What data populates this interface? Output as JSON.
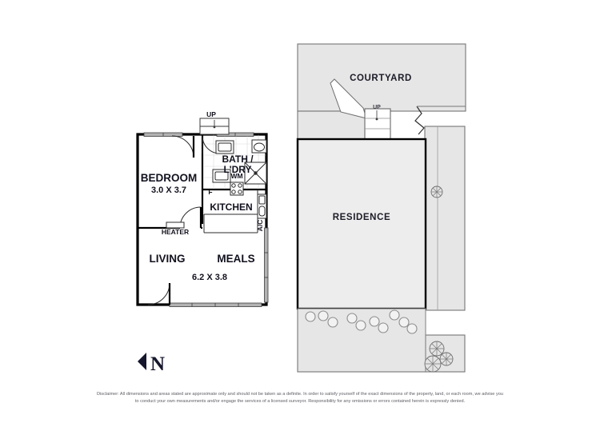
{
  "document": {
    "type": "floor-plan",
    "title": "Residence Floor Plan"
  },
  "interior_plan": {
    "rooms": [
      {
        "name": "BEDROOM",
        "dimensions": "3.0 X 3.7"
      },
      {
        "name": "BATH /",
        "name_line2": "L'DRY"
      },
      {
        "name": "KITCHEN"
      },
      {
        "name": "LIVING"
      },
      {
        "name": "MEALS",
        "dimensions": "6.2 X 3.8"
      }
    ],
    "bedroom_label": "BEDROOM",
    "bedroom_dim": "3.0 X 3.7",
    "bath_label_line1": "BATH /",
    "bath_label_line2": "L'DRY",
    "kitchen_label": "KITCHEN",
    "living_label": "LIVING",
    "meals_label": "MEALS",
    "living_dim": "6.2 X 3.8",
    "heater_label": "HEATER",
    "washing_machine_label": "WM",
    "fridge_label": "F",
    "aircon_label": "A/C",
    "stairs_up_label": "UP"
  },
  "site_plan": {
    "courtyard_label": "COURTYARD",
    "residence_label": "RESIDENCE",
    "stairs_up_label": "UP",
    "stepping_stone_count": 10,
    "tree_count_bottom": 3,
    "tree_count_side": 1
  },
  "compass": {
    "north_label": "N"
  },
  "disclaimer": {
    "text": "Disclaimer: All dimensions and areas stated are approximate only and should not be taken as a definite. In order to satisfy yourself of the exact dimensions of the property, land, or each room, we advise you to conduct your own measurements and/or engage the services of a licensed surveyor. Responsibility for any omissions or errors contained herein is expressly denied."
  },
  "colors": {
    "courtyard_fill": "#e6e6e6",
    "residence_fill": "#ededed",
    "garden_fill": "#e6e6e6",
    "wall_stroke": "#000000",
    "window_band": "#b2b2b2",
    "page_background": "#ffffff",
    "text": "#12121f"
  }
}
